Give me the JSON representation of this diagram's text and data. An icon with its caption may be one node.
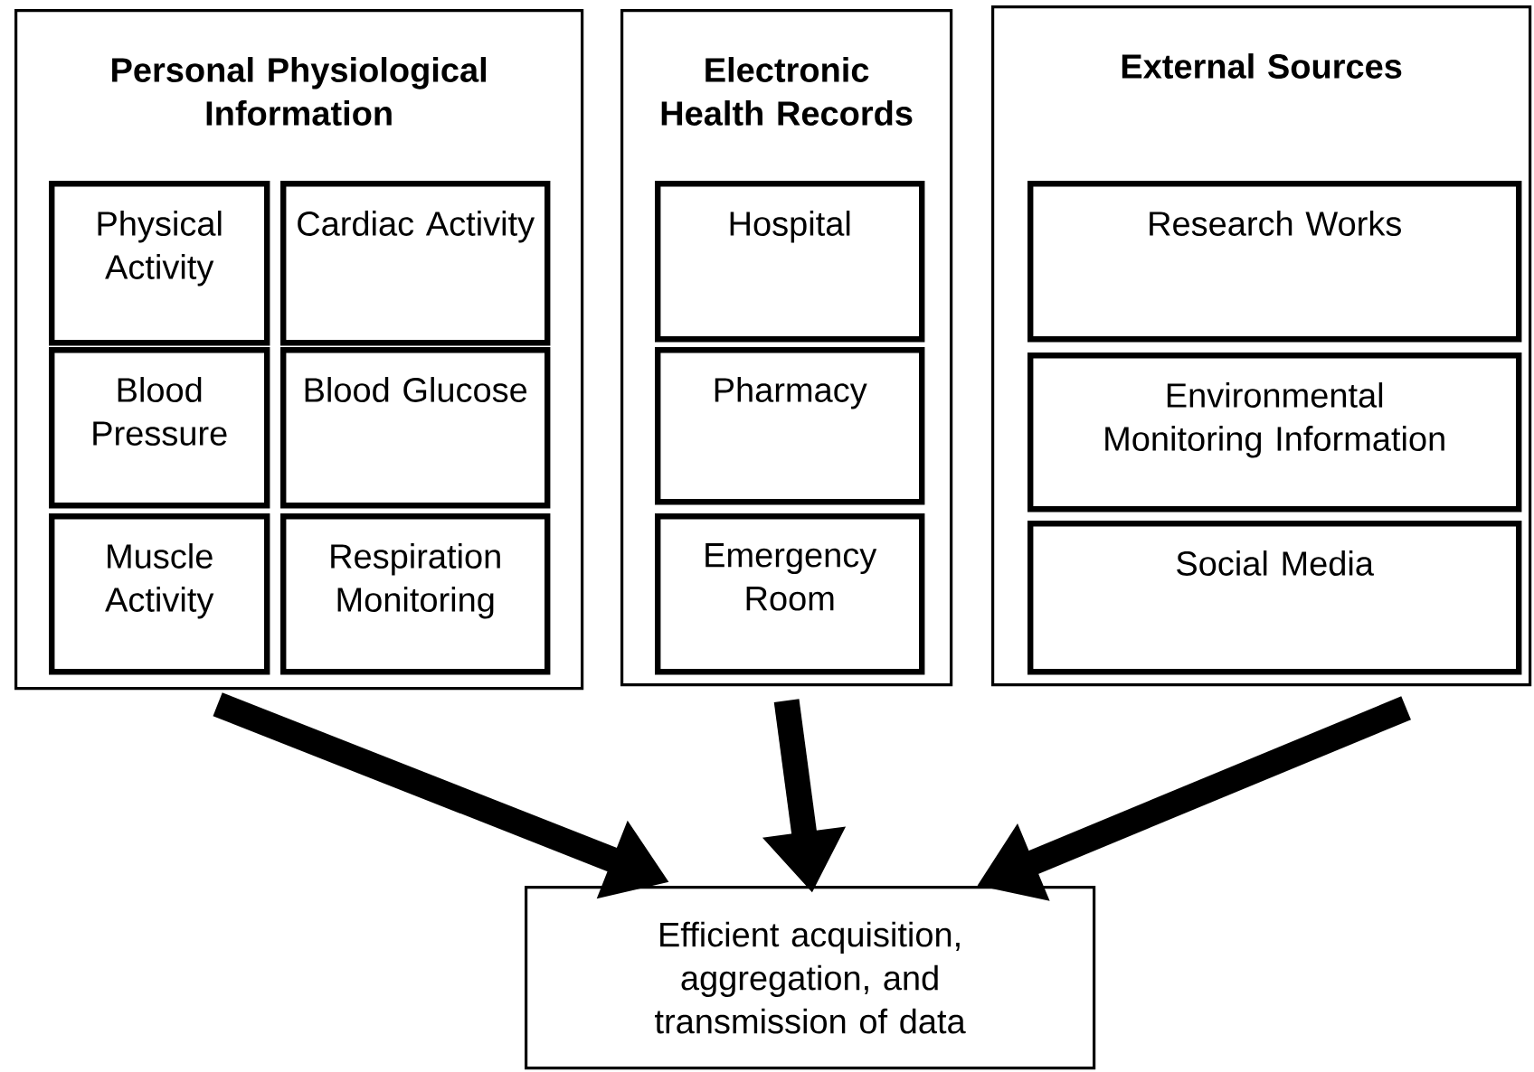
{
  "diagram": {
    "nodes": [
      {
        "text": [
          "Personal Physiological Information"
        ]
      },
      {
        "text": [
          "Physical Activity"
        ],
        "in": 0
      },
      {
        "text": [
          "Cardiac Activity"
        ],
        "in": 0
      },
      {
        "text": [
          "Blood Pressure"
        ],
        "in": 0
      },
      {
        "text": [
          "Blood Glucose"
        ],
        "in": 0
      },
      {
        "text": [
          "Muscle Activity"
        ],
        "in": 0
      },
      {
        "text": [
          "Respiration Monitoring"
        ],
        "in": 0
      },
      {
        "text": [
          "Electronic Health Records"
        ]
      },
      {
        "text": [
          "Hospital"
        ],
        "in": 7
      },
      {
        "text": [
          "Pharmacy"
        ],
        "in": 7
      },
      {
        "text": [
          "Emergency Room"
        ],
        "in": 7
      },
      {
        "text": [
          "External Sources"
        ]
      },
      {
        "text": [
          "Research Works"
        ],
        "in": 11
      },
      {
        "text": [
          "Environmental Monitoring Information"
        ],
        "in": 11
      },
      {
        "text": [
          "Social Media"
        ],
        "in": 11
      },
      {
        "text": [
          "Efficient acquisition, aggregation, and transmission of data"
        ]
      }
    ],
    "edges": [
      {
        "from": 0,
        "to": 15,
        "arrow": "to"
      },
      {
        "from": 7,
        "to": 15,
        "arrow": "to"
      },
      {
        "from": 11,
        "to": 15,
        "arrow": "to"
      }
    ]
  }
}
